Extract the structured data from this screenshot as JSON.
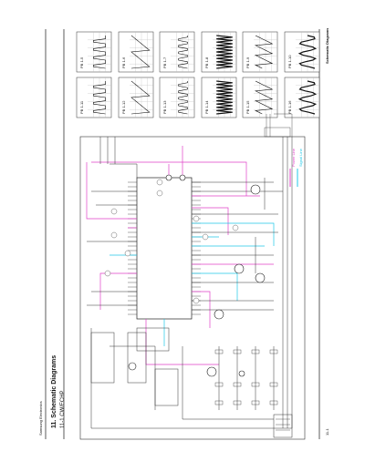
{
  "header": {
    "section_title": "11. Schematic Diagrams",
    "subsection": "11-1 CW/ECHP",
    "brand_top": "Schematic Diagrams",
    "footer_brand": "Samsung Electronics",
    "page_number": "11-1"
  },
  "waveforms": [
    {
      "label": "PB 1-5"
    },
    {
      "label": "PB 1-6"
    },
    {
      "label": "PB 1-7"
    },
    {
      "label": "PB 1-8"
    },
    {
      "label": "PB 1-9"
    },
    {
      "label": "PB 1-10"
    },
    {
      "label": "PB 1-11"
    },
    {
      "label": "PB 1-12"
    },
    {
      "label": "PB 1-13"
    },
    {
      "label": "PB 1-14"
    },
    {
      "label": "PB 1-15"
    },
    {
      "label": "PB 1-16"
    }
  ],
  "legend": {
    "items": [
      {
        "label": "Power Line",
        "color": "#e040c8"
      },
      {
        "label": "Signal Line",
        "color": "#20c8e8"
      }
    ]
  },
  "colors": {
    "power": "#e040c8",
    "signal": "#20c8e8",
    "ink": "#222222"
  }
}
